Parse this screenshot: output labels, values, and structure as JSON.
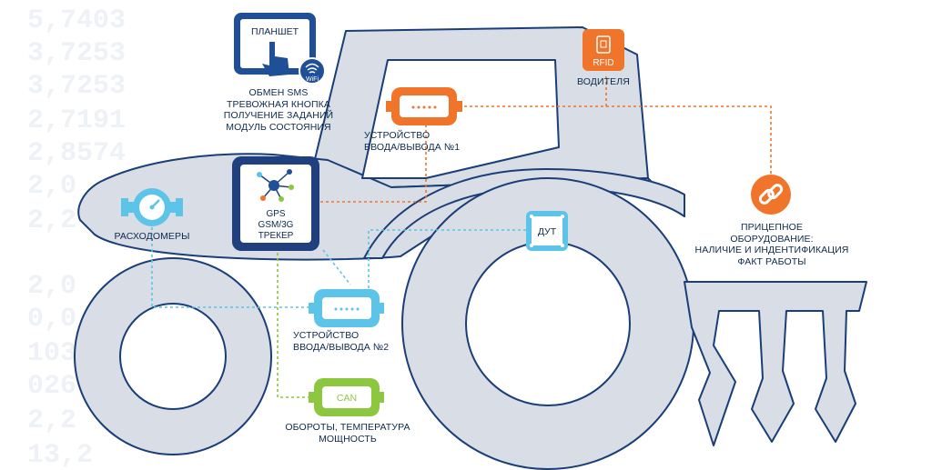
{
  "background_digits": [
    "5,7403",
    "3,7253",
    "3,7253",
    "2,7191",
    "2,8574",
    "2,0",
    "2,2",
    "2,0",
    "0,0",
    "1035",
    "026",
    "2,2",
    "13,2"
  ],
  "colors": {
    "tractor_fill": "#d9dde5",
    "tractor_stroke": "#1a3e78",
    "orange": "#f0742a",
    "blue": "#5bc4e8",
    "green": "#8dc63f",
    "navy": "#1f3f7e",
    "text": "#0d2a4d"
  },
  "tablet": {
    "label": "ПЛАНШЕТ",
    "wifi": "WiFi",
    "features": [
      "ОБМЕН SMS",
      "ТРЕВОЖНАЯ КНОПКА",
      "ПОЛУЧЕНИЕ ЗАДАНИЙ",
      "МОДУЛЬ СОСТОЯНИЯ"
    ]
  },
  "rfid": {
    "badge": "RFID",
    "caption": "ВОДИТЕЛЯ"
  },
  "io1": {
    "caption_lines": [
      "УСТРОЙСТВО",
      "ВВОДА/ВЫВОДА №1"
    ]
  },
  "tracker": {
    "lines": [
      "GPS",
      "GSM/3G",
      "ТРЕКЕР"
    ]
  },
  "flowmeters": {
    "caption": "РАСХОДОМЕРЫ"
  },
  "fuel_sensor": {
    "label": "ДУТ"
  },
  "io2": {
    "caption_lines": [
      "УСТРОЙСТВО",
      "ВВОДА/ВЫВОДА №2"
    ]
  },
  "can": {
    "label": "CAN",
    "caption_lines": [
      "ОБОРОТЫ, ТЕМПЕРАТУРА",
      "МОЩНОСТЬ"
    ]
  },
  "trailer": {
    "caption_lines": [
      "ПРИЦЕПНОЕ",
      "ОБОРУДОВАНИЕ:",
      "НАЛИЧИЕ И ИНДЕНТИФИКАЦИЯ",
      "ФАКТ РАБОТЫ"
    ]
  }
}
